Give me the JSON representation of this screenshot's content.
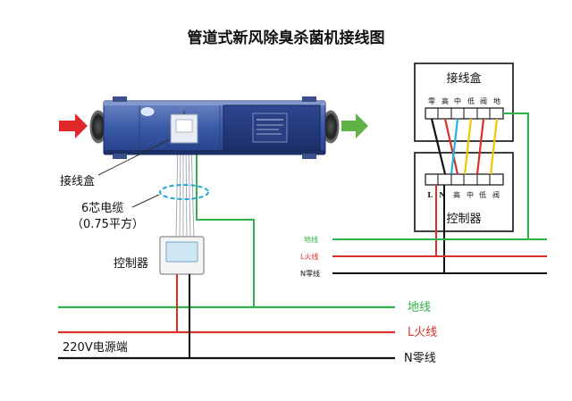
{
  "title": "管道式新风除臭杀菌机接线图",
  "unit": {
    "junction_label": "接线盒",
    "cable_label_line1": "6芯电缆",
    "cable_label_line2": "（0.75平方）",
    "controller_label": "控制器",
    "power_label": "220V电源端"
  },
  "main_lines": {
    "ground": "地线",
    "live": "L火线",
    "neutral": "N零线"
  },
  "detail": {
    "box_title": "接线盒",
    "top_terminals": [
      "零",
      "高",
      "中",
      "低",
      "阀",
      "地"
    ],
    "bottom_terminals": [
      "L",
      "N",
      "高",
      "中",
      "低",
      "阀"
    ],
    "controller_title": "控制器",
    "ground": "地线",
    "live": "L火线",
    "neutral": "N零线"
  },
  "colors": {
    "ground": "#2db34a",
    "live": "#d9302c",
    "neutral": "#111111",
    "yellow": "#f2c400",
    "cyan": "#21b5e0",
    "unit_body": "#3a5aa8",
    "air_in": "#e0282a",
    "air_out": "#5fb246"
  }
}
